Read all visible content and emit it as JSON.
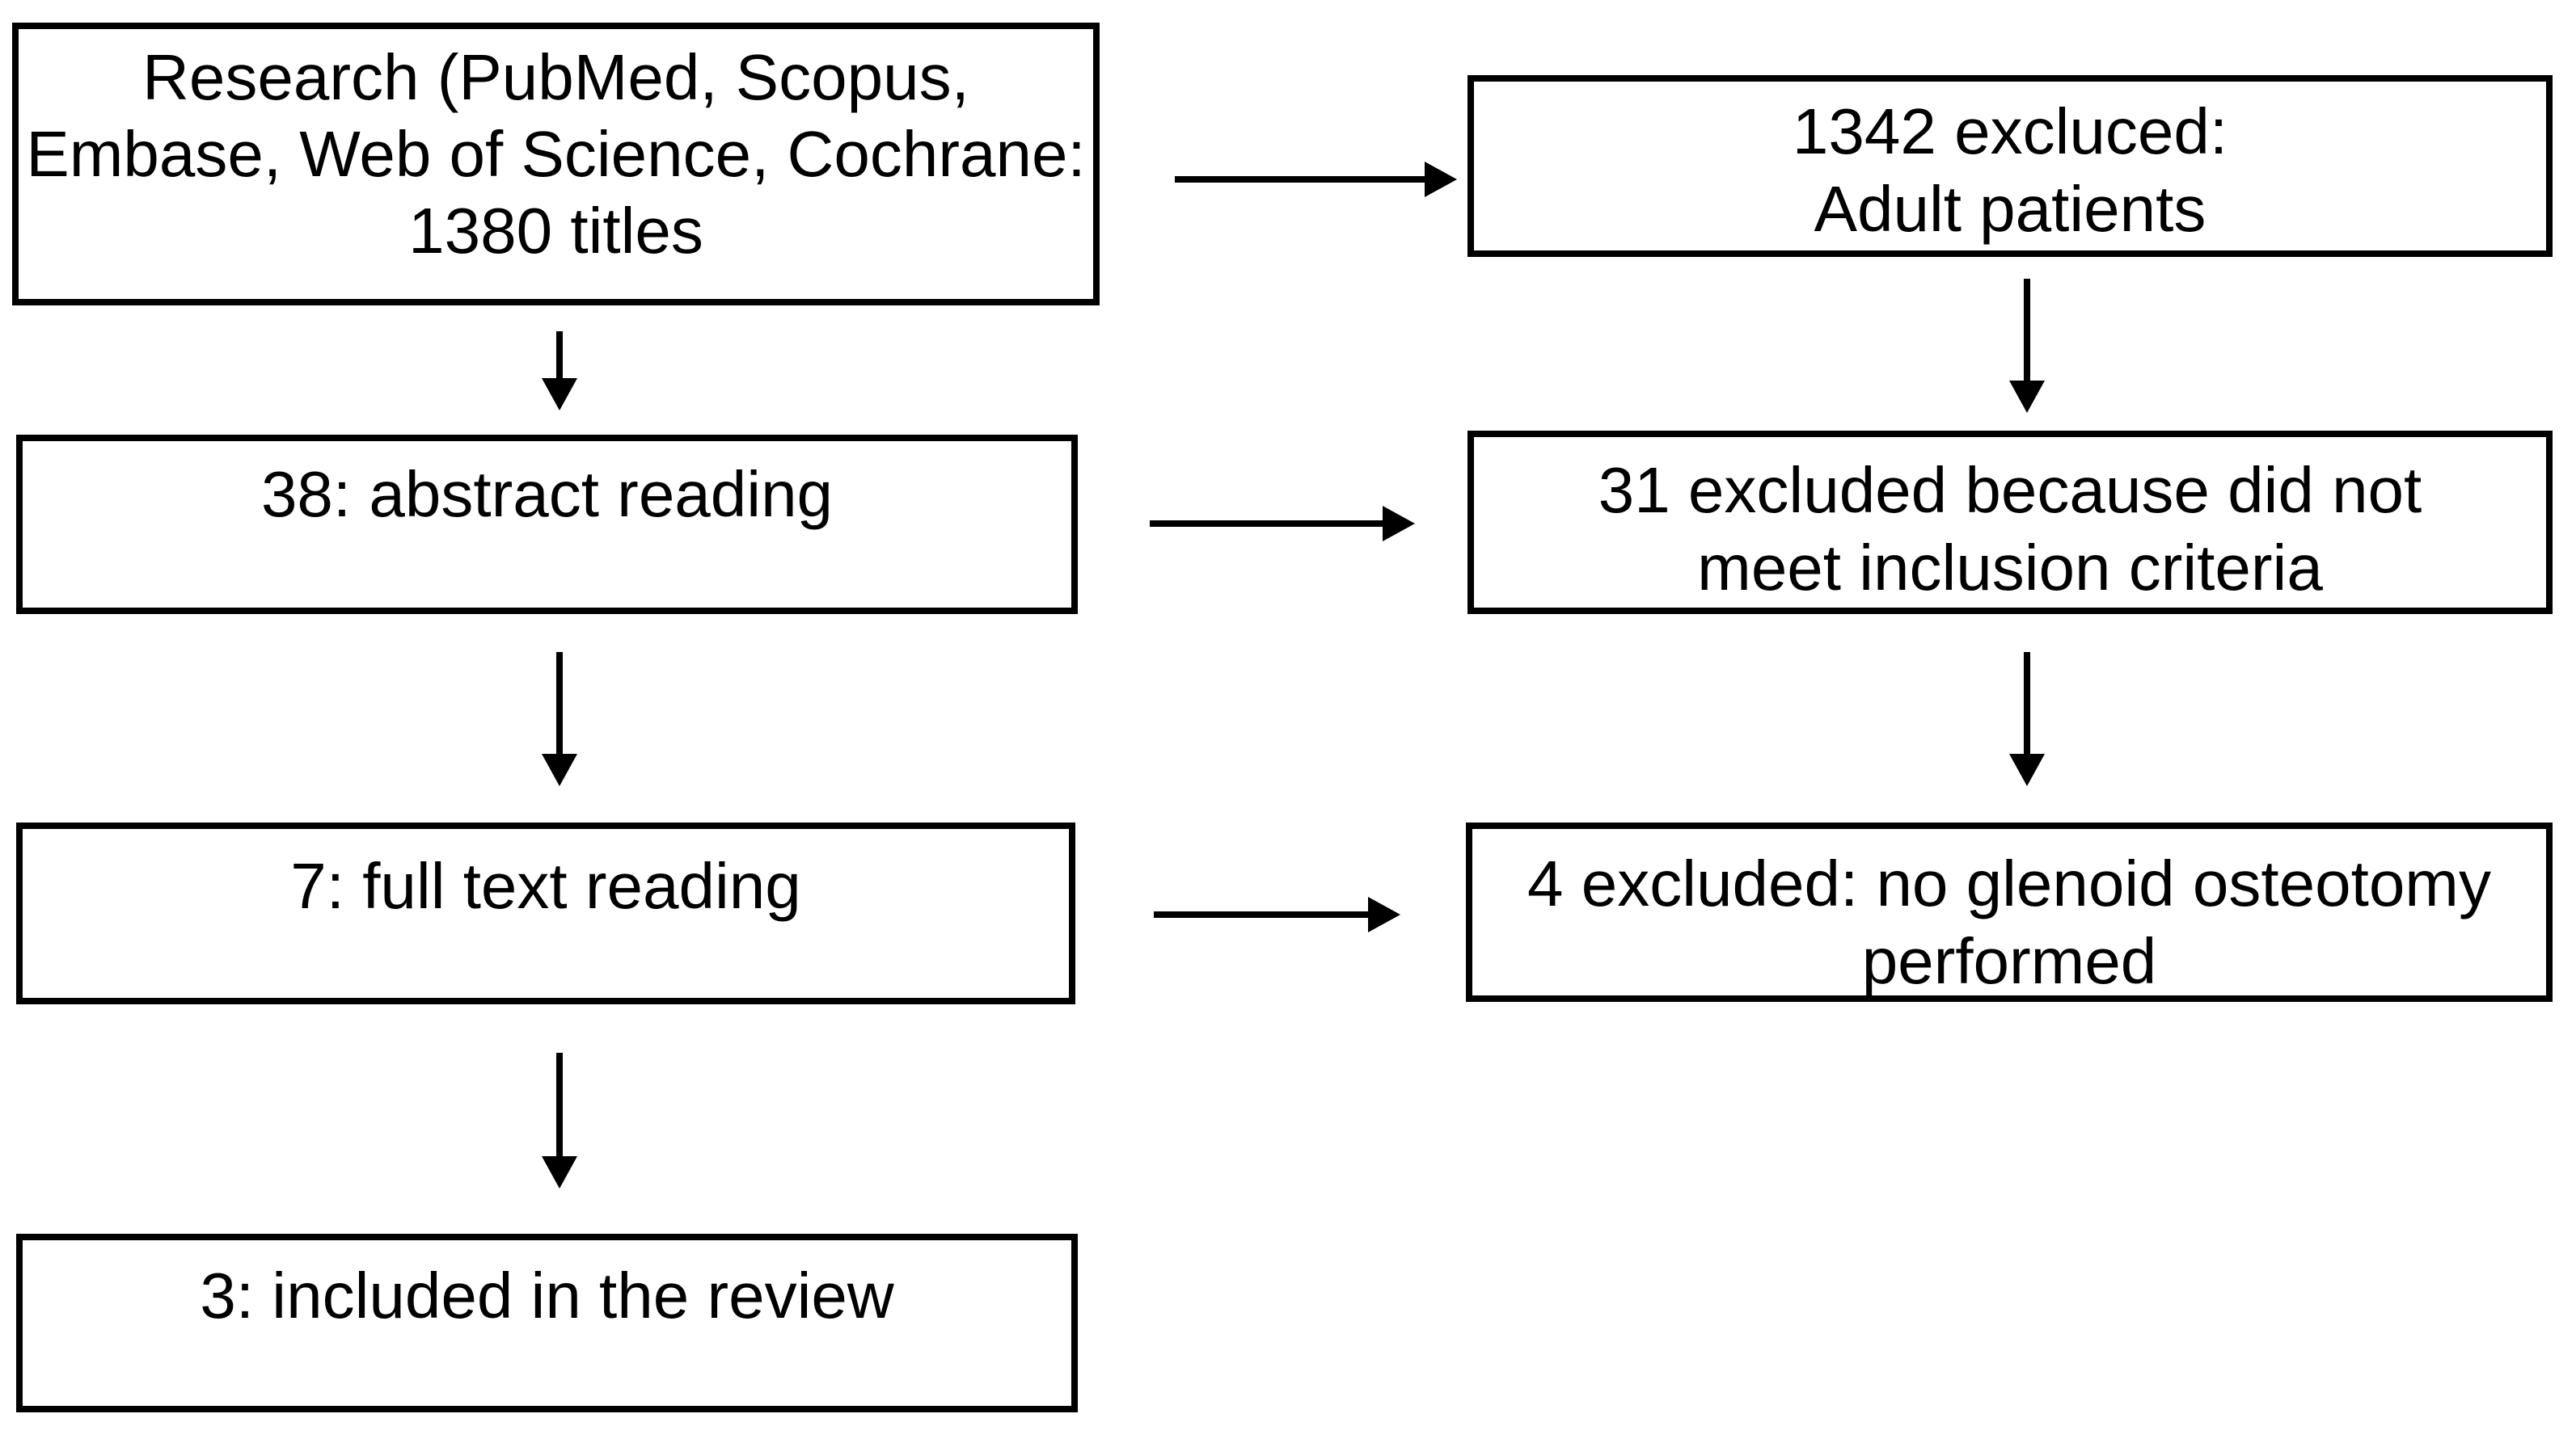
{
  "colors": {
    "background": "#ffffff",
    "ink": "#000000"
  },
  "boxes": {
    "identification": {
      "text": "Research (PubMed, Scopus,\nEmbase, Web of Science, Cochrane:\n1380 titles"
    },
    "excluded_titles": {
      "text": "1342 excluced:\nAdult patients"
    },
    "abstract_reading": {
      "text": "38: abstract reading"
    },
    "excluded_abstracts": {
      "text": "31 excluded because did not\nmeet inclusion criteria"
    },
    "full_text_reading": {
      "text": "7: full text reading"
    },
    "excluded_full_text": {
      "text": "4 excluded: no glenoid osteotomy\nperformed"
    },
    "included": {
      "text": "3: included in the review"
    }
  },
  "connections": [
    {
      "from": "identification",
      "to": "excluded_titles"
    },
    {
      "from": "identification",
      "to": "abstract_reading"
    },
    {
      "from": "excluded_titles",
      "to": "excluded_abstracts"
    },
    {
      "from": "abstract_reading",
      "to": "excluded_abstracts"
    },
    {
      "from": "abstract_reading",
      "to": "full_text_reading"
    },
    {
      "from": "excluded_abstracts",
      "to": "excluded_full_text"
    },
    {
      "from": "full_text_reading",
      "to": "excluded_full_text"
    },
    {
      "from": "full_text_reading",
      "to": "included"
    }
  ]
}
